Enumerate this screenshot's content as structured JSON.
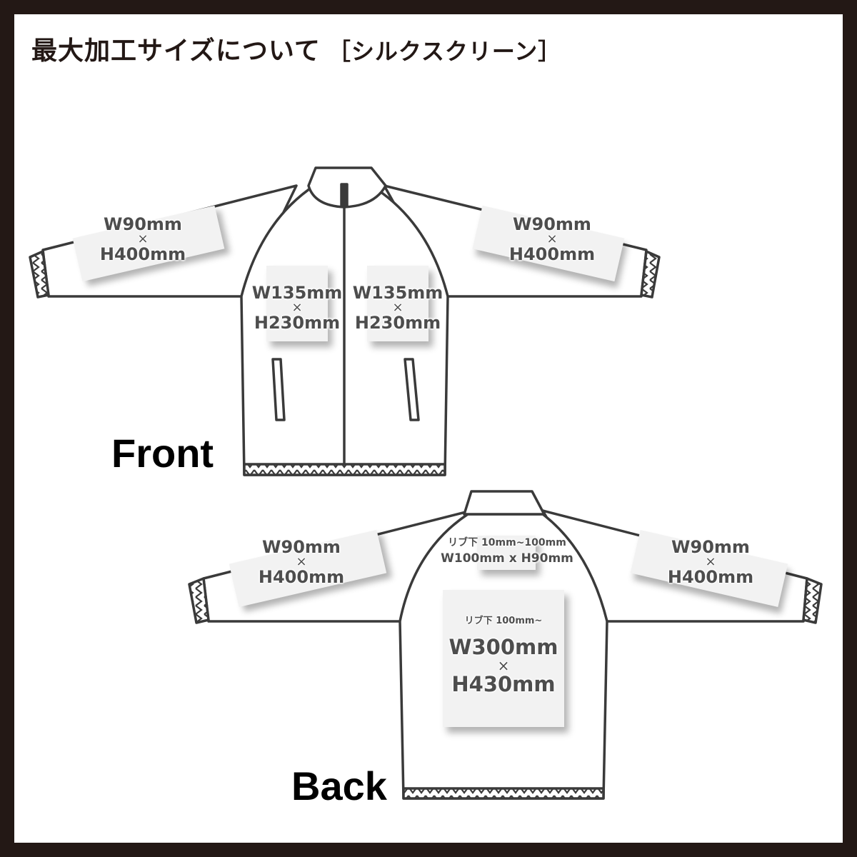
{
  "title": {
    "main": "最大加工サイズについて",
    "sub": "［シルクスクリーン］"
  },
  "views": {
    "front": "Front",
    "back": "Back"
  },
  "front": {
    "left_sleeve": {
      "width": "W90mm",
      "times": "×",
      "height": "H400mm"
    },
    "right_sleeve": {
      "width": "W90mm",
      "times": "×",
      "height": "H400mm"
    },
    "left_chest": {
      "width": "W135mm",
      "times": "×",
      "height": "H230mm"
    },
    "right_chest": {
      "width": "W135mm",
      "times": "×",
      "height": "H230mm"
    }
  },
  "back": {
    "left_sleeve": {
      "width": "W90mm",
      "times": "×",
      "height": "H400mm"
    },
    "right_sleeve": {
      "width": "W90mm",
      "times": "×",
      "height": "H400mm"
    },
    "upper": {
      "note": "リブ下 10mm~100mm",
      "size": "W100mm x H90mm"
    },
    "center": {
      "note": "リブ下 100mm~",
      "width": "W300mm",
      "times": "×",
      "height": "H430mm"
    }
  },
  "colors": {
    "frame": "#231815",
    "outline": "#3a3a3a",
    "print_area": "#f2f2f2",
    "label": "#4d4d4d"
  },
  "icons": {
    "front_jacket": "track-jacket-front-outline",
    "back_jacket": "track-jacket-back-outline"
  }
}
